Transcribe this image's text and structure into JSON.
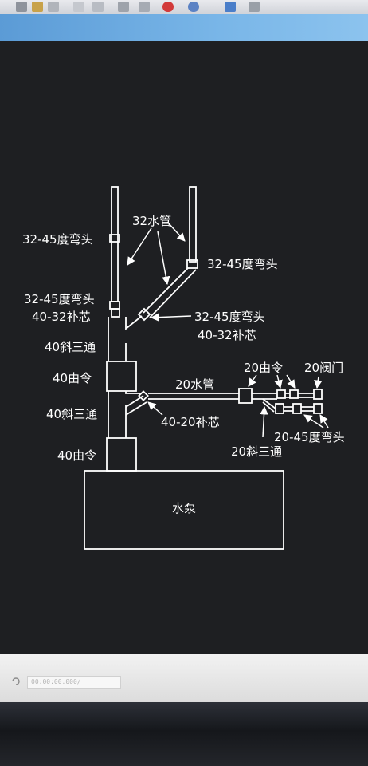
{
  "diagram": {
    "labels": {
      "elbow_top_left": "32-45度弯头",
      "water_pipe_32": "32水管",
      "elbow_top_right": "32-45度弯头",
      "elbow_mid_left": "32-45度弯头",
      "reducer_mid_left": "40-32补芯",
      "elbow_branch": "32-45度弯头",
      "reducer_branch": "40-32补芯",
      "tee_upper": "40斜三通",
      "union_upper": "40由令",
      "water_pipe_20": "20水管",
      "union_20": "20由令",
      "valve_20": "20阀门",
      "tee_lower": "40斜三通",
      "reducer_20": "40-20补芯",
      "elbow_20": "20-45度弯头",
      "tee_20": "20斜三通",
      "union_lower": "40由令",
      "pump": "水泵"
    }
  },
  "statusbar": {
    "timecode": "00:00:00.000/"
  },
  "colors": {
    "canvas": "#1e1f22",
    "line": "#ffffff",
    "tab_accent": "#6aaee3"
  }
}
